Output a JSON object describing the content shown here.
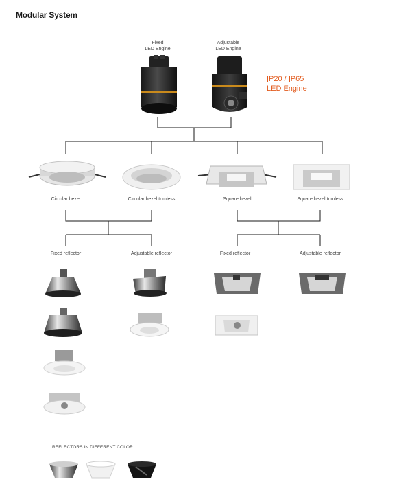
{
  "page": {
    "title": "Modular System"
  },
  "engines": {
    "fixed": {
      "line1": "Fixed",
      "line2": "LED Engine"
    },
    "adjustable": {
      "line1": "Adjustable",
      "line2": "LED Engine"
    },
    "ip_line1_a": "P20 / ",
    "ip_line1_b": "P65",
    "ip_line2": "LED Engine"
  },
  "bezels": [
    {
      "label": "Circular bezel"
    },
    {
      "label": "Circular bezel trimless"
    },
    {
      "label": "Square bezel"
    },
    {
      "label": "Square bezel trimless"
    }
  ],
  "reflectors": [
    {
      "label": "Fixed reflector"
    },
    {
      "label": "Adjustable reflector"
    },
    {
      "label": "Fixed reflector"
    },
    {
      "label": "Adjustable reflector"
    }
  ],
  "colors_section": {
    "caption": "REFLECTORS IN DIFFERENT COLOR"
  },
  "colors": {
    "accent": "#e25b1e",
    "line": "#1a1a1a"
  }
}
